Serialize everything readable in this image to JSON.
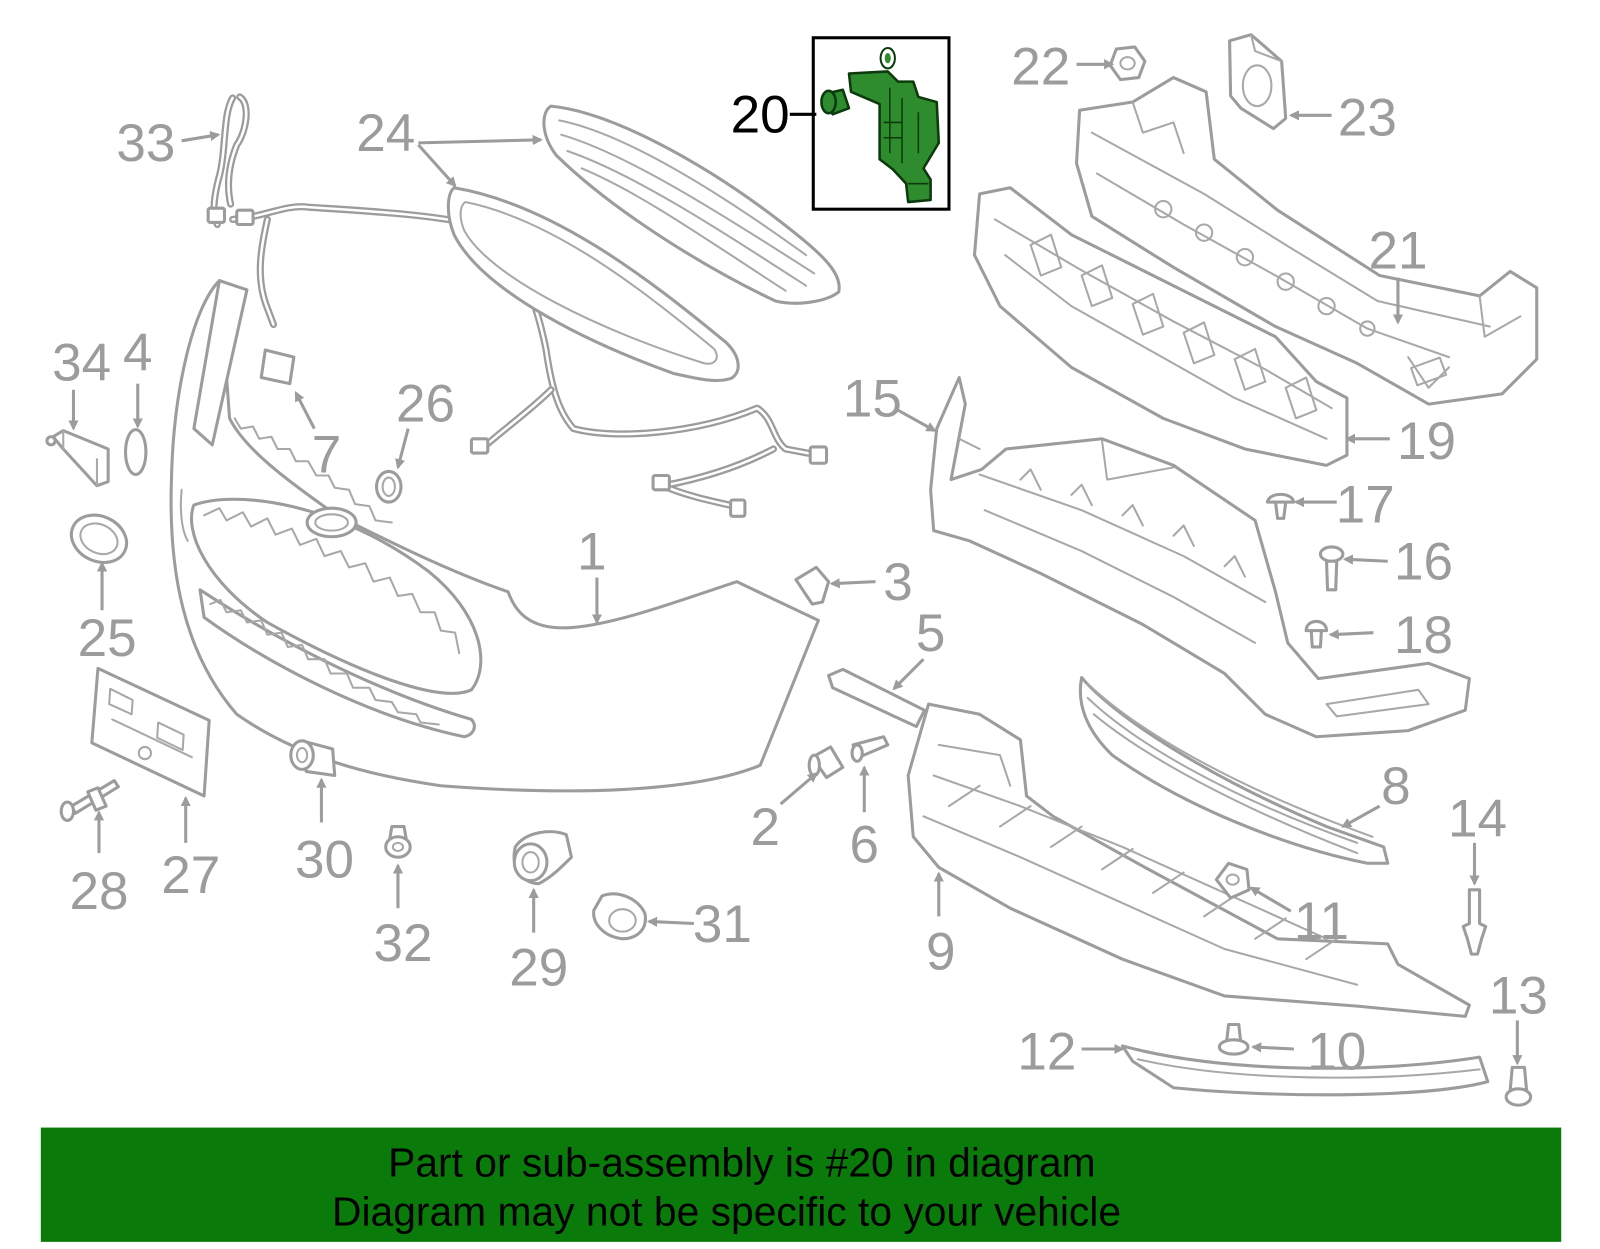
{
  "diagram": {
    "callouts": [
      "1",
      "2",
      "3",
      "4",
      "5",
      "6",
      "7",
      "8",
      "9",
      "10",
      "11",
      "12",
      "13",
      "14",
      "15",
      "16",
      "17",
      "18",
      "19",
      "20",
      "21",
      "22",
      "23",
      "24",
      "25",
      "26",
      "27",
      "28",
      "29",
      "30",
      "31",
      "32",
      "33",
      "34"
    ]
  },
  "caption": {
    "line1": "Part or sub-assembly is #20 in diagram",
    "line2": "Diagram may not be specific to your vehicle"
  },
  "colors": {
    "highlight_part": "#2e8b2e",
    "caption_band": "#0a7a0a",
    "part_outline": "#9c9c9c",
    "highlight_label": "#000000"
  }
}
